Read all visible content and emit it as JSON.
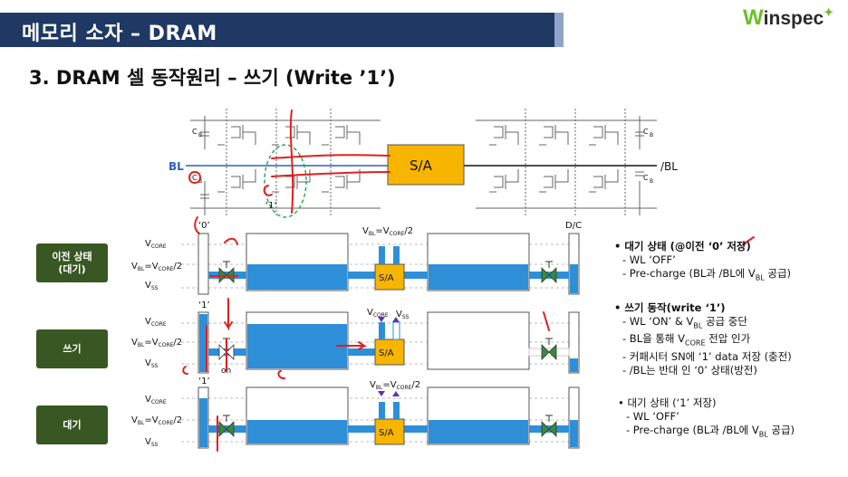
{
  "header": {
    "title": "메모리 소자 – DRAM",
    "logo_text": "inspec",
    "logo_w": "W"
  },
  "slide": {
    "subtitle": "3. DRAM 셀 동작원리 – 쓰기 (Write ’1’)"
  },
  "array": {
    "bl_label": "BL",
    "blb_label": "/BL",
    "sa_label": "S/A",
    "cb_label": "C",
    "cb_sub": "B",
    "cell_note": "‘1’"
  },
  "phases": [
    {
      "label": "이전 상태\n(대기)"
    },
    {
      "label": "쓰기"
    },
    {
      "label": "대기"
    }
  ],
  "levels": {
    "vcore": "V",
    "vcore_sub": "CORE",
    "vbl": "V",
    "vbl_sub": "BL",
    "vbl_eq": "=V",
    "vbl_frac": "/2",
    "vss": "V",
    "vss_sub": "SS"
  },
  "rows": [
    {
      "cell_value": "‘0’",
      "dc": "D/C",
      "sa": "S/A",
      "sa_top": "V",
      "sa_top_sub": "BL",
      "sa_top_eq": "=V",
      "sa_top_sub2": "CORE",
      "sa_top_end": "/2"
    },
    {
      "cell_value": "‘1’",
      "sa": "S/A",
      "vcore_tag": "V",
      "vcore_tag_sub": "CORE",
      "vss_tag": "V",
      "vss_tag_sub": "SS",
      "wl_tag": "on"
    },
    {
      "cell_value": "‘1’",
      "sa": "S/A",
      "sa_top": "V",
      "sa_top_sub": "BL",
      "sa_top_eq": "=V",
      "sa_top_sub2": "CORE",
      "sa_top_end": "/2"
    }
  ],
  "notes": [
    {
      "head": "• 대기 상태 (@이전 ‘0’ 저장)",
      "lines": [
        "- WL ‘OFF’",
        "- Pre-charge (BL과 /BL에 V",
        "BL",
        " 공급)"
      ]
    },
    {
      "head": "• 쓰기 동작(write ‘1’)",
      "lines": [
        "- WL ‘ON’ & V",
        "BL",
        " 공급 중단",
        "- BL을 통해 V",
        "CORE",
        " 전압 인가",
        "- 커패시터 SN에 ‘1’ data 저장 (충전)",
        "- /BL는 반대 인 ‘0’ 상태(방전)"
      ]
    },
    {
      "head": "• 대기 상태 (‘1’ 저장)",
      "lines": [
        "- WL ‘OFF’",
        "- Pre-charge (BL과 /BL에 V",
        "BL",
        " 공급)"
      ]
    }
  ],
  "colors": {
    "title_bg": "#1f3864",
    "phase_bg": "#385723",
    "sa_fill": "#f7b500",
    "water": "#2e8fd8",
    "annotation": "#e02020",
    "cell_circle": "#2ca85a"
  }
}
